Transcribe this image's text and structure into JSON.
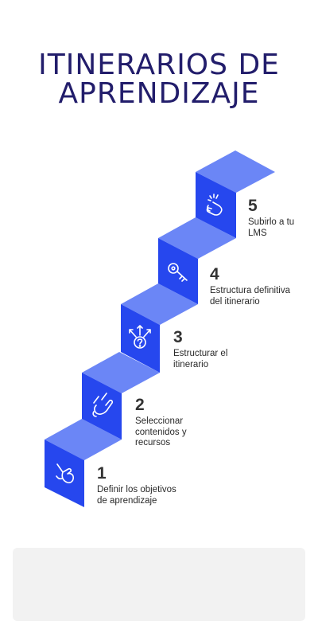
{
  "title": {
    "line1": "ITINERARIOS DE",
    "line2": "APRENDIZAJE"
  },
  "colors": {
    "title": "#221d6b",
    "step_front": "#2647ee",
    "step_top": "#6b86f6",
    "text": "#333333"
  },
  "steps": [
    {
      "number": "1",
      "text": "Definir los objetivos de aprendizaje",
      "icon": "hand-pointing-icon"
    },
    {
      "number": "2",
      "text": "Seleccionar contenidos y recursos",
      "icon": "hand-peace-icon"
    },
    {
      "number": "3",
      "text": "Estructurar el itinerario",
      "icon": "question-arrows-icon"
    },
    {
      "number": "4",
      "text": "Estructura definitiva del itinerario",
      "icon": "key-icon"
    },
    {
      "number": "5",
      "text": "Subirlo a tu LMS",
      "icon": "hand-click-icon"
    }
  ]
}
